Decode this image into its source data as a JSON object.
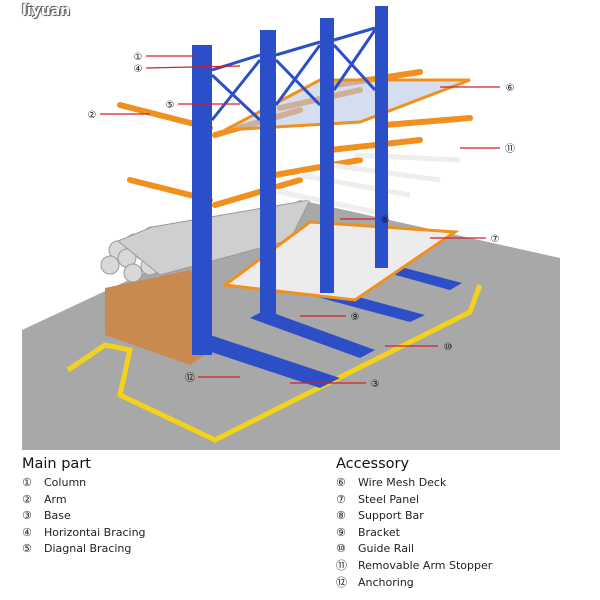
{
  "watermark": "liyuan",
  "callouts": [
    {
      "num": "①",
      "id": "1"
    },
    {
      "num": "④",
      "id": "4"
    },
    {
      "num": "②",
      "id": "2"
    },
    {
      "num": "⑤",
      "id": "5"
    },
    {
      "num": "⑥",
      "id": "6"
    },
    {
      "num": "⑪",
      "id": "11"
    },
    {
      "num": "⑧",
      "id": "8"
    },
    {
      "num": "⑦",
      "id": "7"
    },
    {
      "num": "⑨",
      "id": "9"
    },
    {
      "num": "⑩",
      "id": "10"
    },
    {
      "num": "⑫",
      "id": "12"
    },
    {
      "num": "③",
      "id": "3"
    }
  ],
  "main_part": {
    "title": "Main part",
    "items": [
      {
        "num": "①",
        "label": "Column"
      },
      {
        "num": "②",
        "label": "Arm"
      },
      {
        "num": "③",
        "label": "Base"
      },
      {
        "num": "④",
        "label": "Horizontai Bracing"
      },
      {
        "num": "⑤",
        "label": "Diagnal Bracing"
      }
    ]
  },
  "accessory": {
    "title": "Accessory",
    "items": [
      {
        "num": "⑥",
        "label": "Wire Mesh Deck"
      },
      {
        "num": "⑦",
        "label": "Steel Panel"
      },
      {
        "num": "⑧",
        "label": "Support Bar"
      },
      {
        "num": "⑨",
        "label": "Bracket"
      },
      {
        "num": "⑩",
        "label": "Guide Rail"
      },
      {
        "num": "⑪",
        "label": "Removable Arm Stopper"
      },
      {
        "num": "⑫",
        "label": "Anchoring"
      }
    ]
  },
  "colors": {
    "column": "#2a4fc9",
    "arm": "#f0901e",
    "floor": "#a9a9a9",
    "rail": "#f2d21a",
    "callout_line": "#d3202a"
  }
}
